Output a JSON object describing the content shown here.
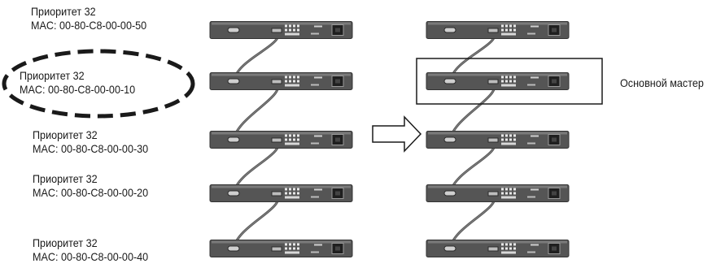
{
  "switch_labels": [
    {
      "priority": "Приоритет 32",
      "mac": "MAC: 00-80-C8-00-00-50"
    },
    {
      "priority": "Приоритет 32",
      "mac": "MAC: 00-80-C8-00-00-10"
    },
    {
      "priority": "Приоритет 32",
      "mac": "MAC: 00-80-C8-00-00-30"
    },
    {
      "priority": "Приоритет 32",
      "mac": "MAC: 00-80-C8-00-00-20"
    },
    {
      "priority": "Приоритет 32",
      "mac": "MAC: 00-80-C8-00-00-40"
    }
  ],
  "master_label": "Основной мастер",
  "highlighted_switch_index": 1,
  "colors": {
    "switch_body": "#555555",
    "switch_edge": "#333333",
    "cable": "#555555",
    "outline": "#1a1a1a",
    "text": "#1a1a1a"
  }
}
